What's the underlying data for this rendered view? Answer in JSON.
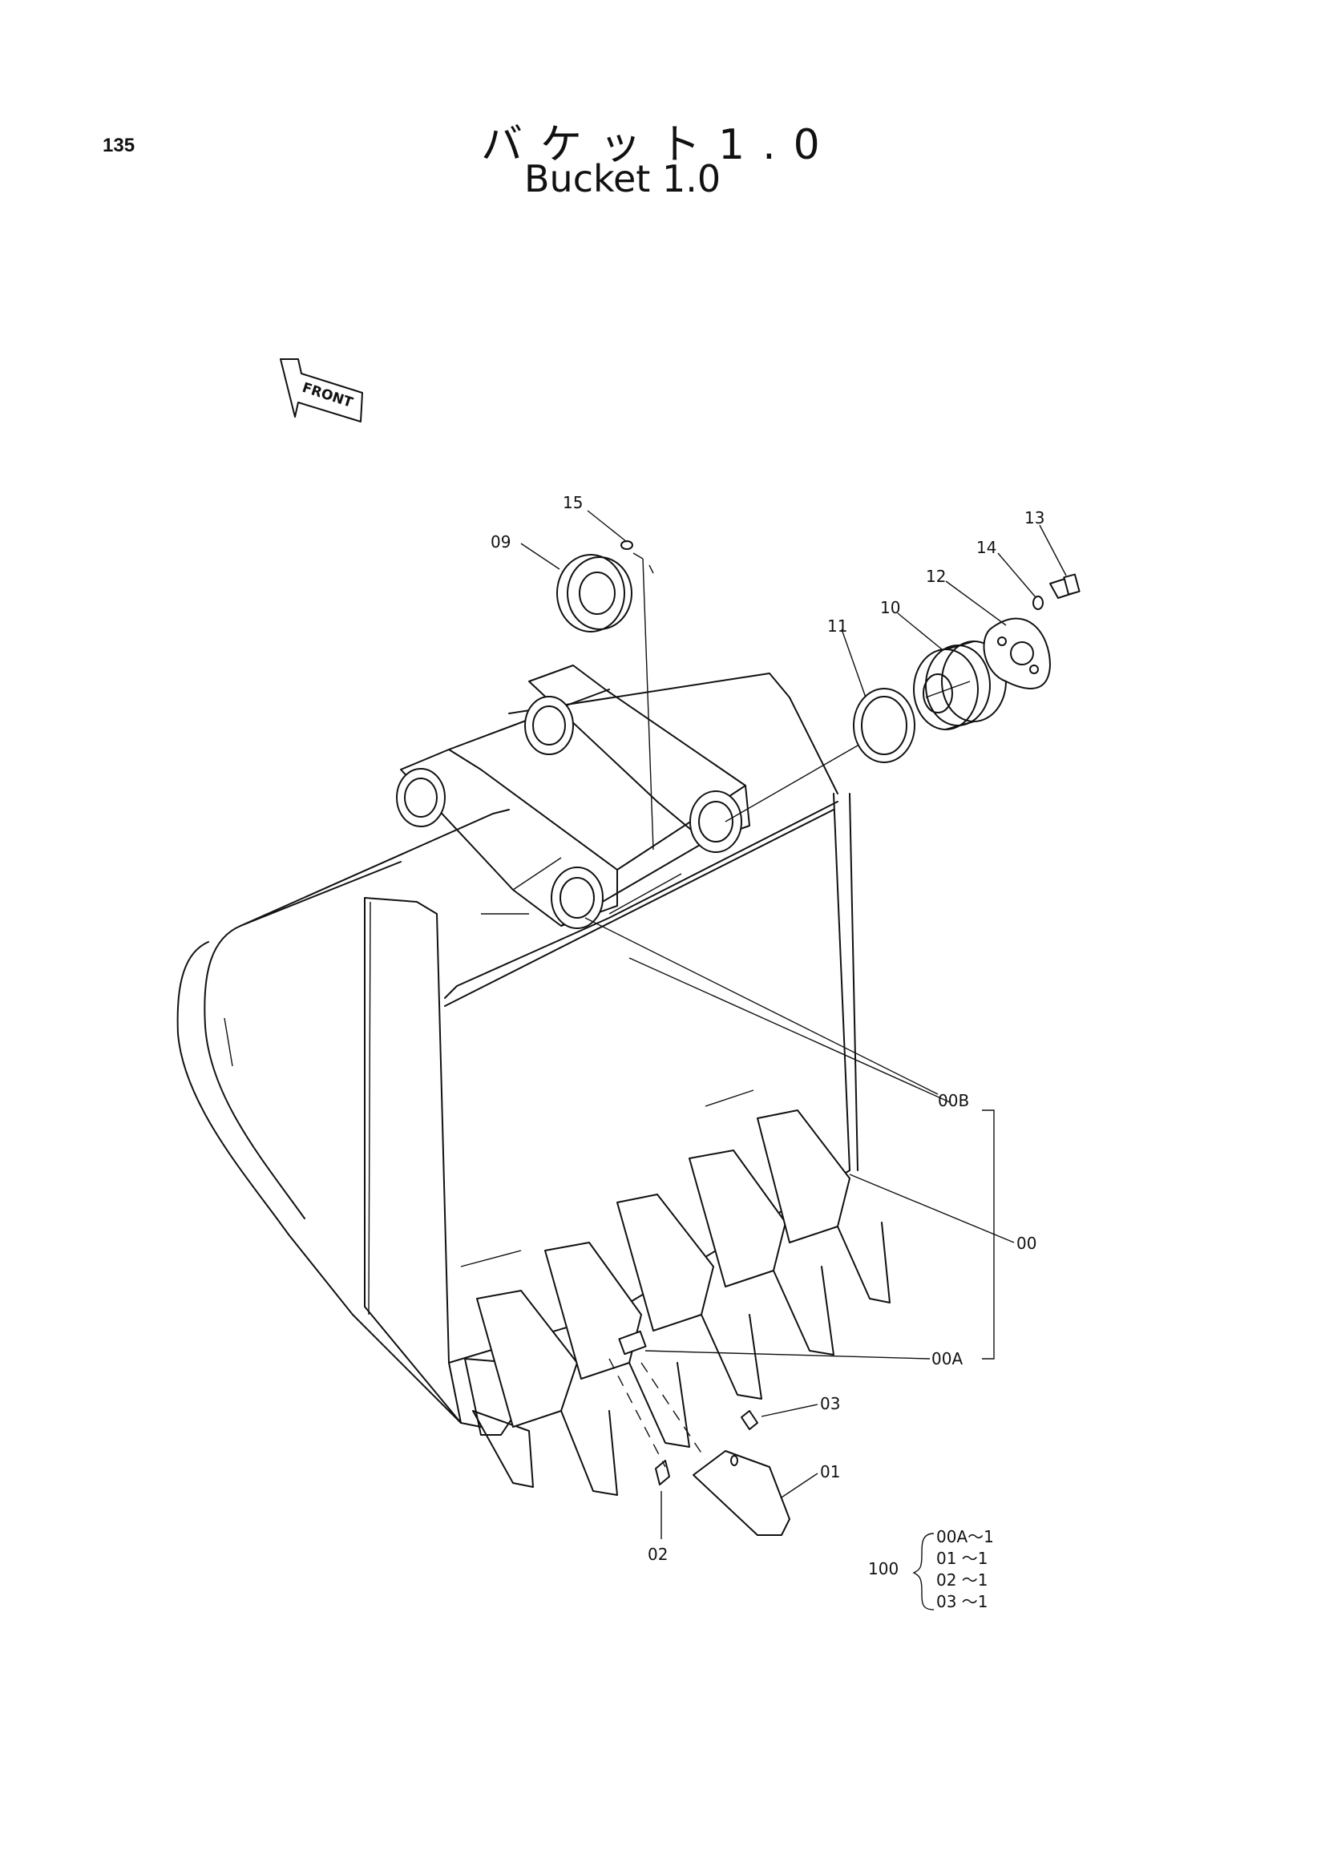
{
  "page_number": "135",
  "title_jp": "バケット1.0",
  "title_en": "Bucket 1.0",
  "front_arrow_label": "FRONT",
  "callouts": {
    "c15": "15",
    "c09": "09",
    "c13": "13",
    "c14": "14",
    "c12": "12",
    "c10": "10",
    "c11": "11",
    "c00B": "00B",
    "c00": "00",
    "c00A": "00A",
    "c03": "03",
    "c01": "01",
    "c02": "02"
  },
  "kit": {
    "label": "100",
    "rows": [
      "00A〜1",
      "01 〜1",
      "02 〜1",
      "03 〜1"
    ]
  }
}
